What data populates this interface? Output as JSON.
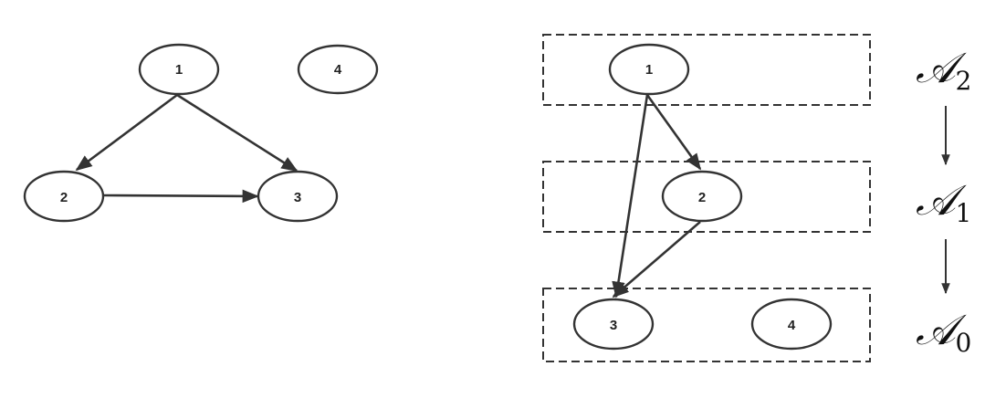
{
  "left_graph": {
    "nodes": [
      {
        "id": "1",
        "label": "1"
      },
      {
        "id": "4",
        "label": "4"
      },
      {
        "id": "2",
        "label": "2"
      },
      {
        "id": "3",
        "label": "3"
      }
    ],
    "edges": [
      {
        "from": "1",
        "to": "2"
      },
      {
        "from": "1",
        "to": "3"
      },
      {
        "from": "2",
        "to": "3"
      }
    ]
  },
  "right_graph": {
    "nodes": [
      {
        "id": "1",
        "label": "1",
        "layer": "A2"
      },
      {
        "id": "2",
        "label": "2",
        "layer": "A1"
      },
      {
        "id": "3",
        "label": "3",
        "layer": "A0"
      },
      {
        "id": "4",
        "label": "4",
        "layer": "A0"
      }
    ],
    "edges": [
      {
        "from": "1",
        "to": "2"
      },
      {
        "from": "1",
        "to": "3"
      },
      {
        "from": "2",
        "to": "3"
      }
    ]
  },
  "layers": [
    {
      "id": "A2",
      "symbol": "𝒜",
      "subscript": "2"
    },
    {
      "id": "A1",
      "symbol": "𝒜",
      "subscript": "1"
    },
    {
      "id": "A0",
      "symbol": "𝒜",
      "subscript": "0"
    }
  ],
  "colors": {
    "stroke": "#333333",
    "background": "#ffffff"
  }
}
